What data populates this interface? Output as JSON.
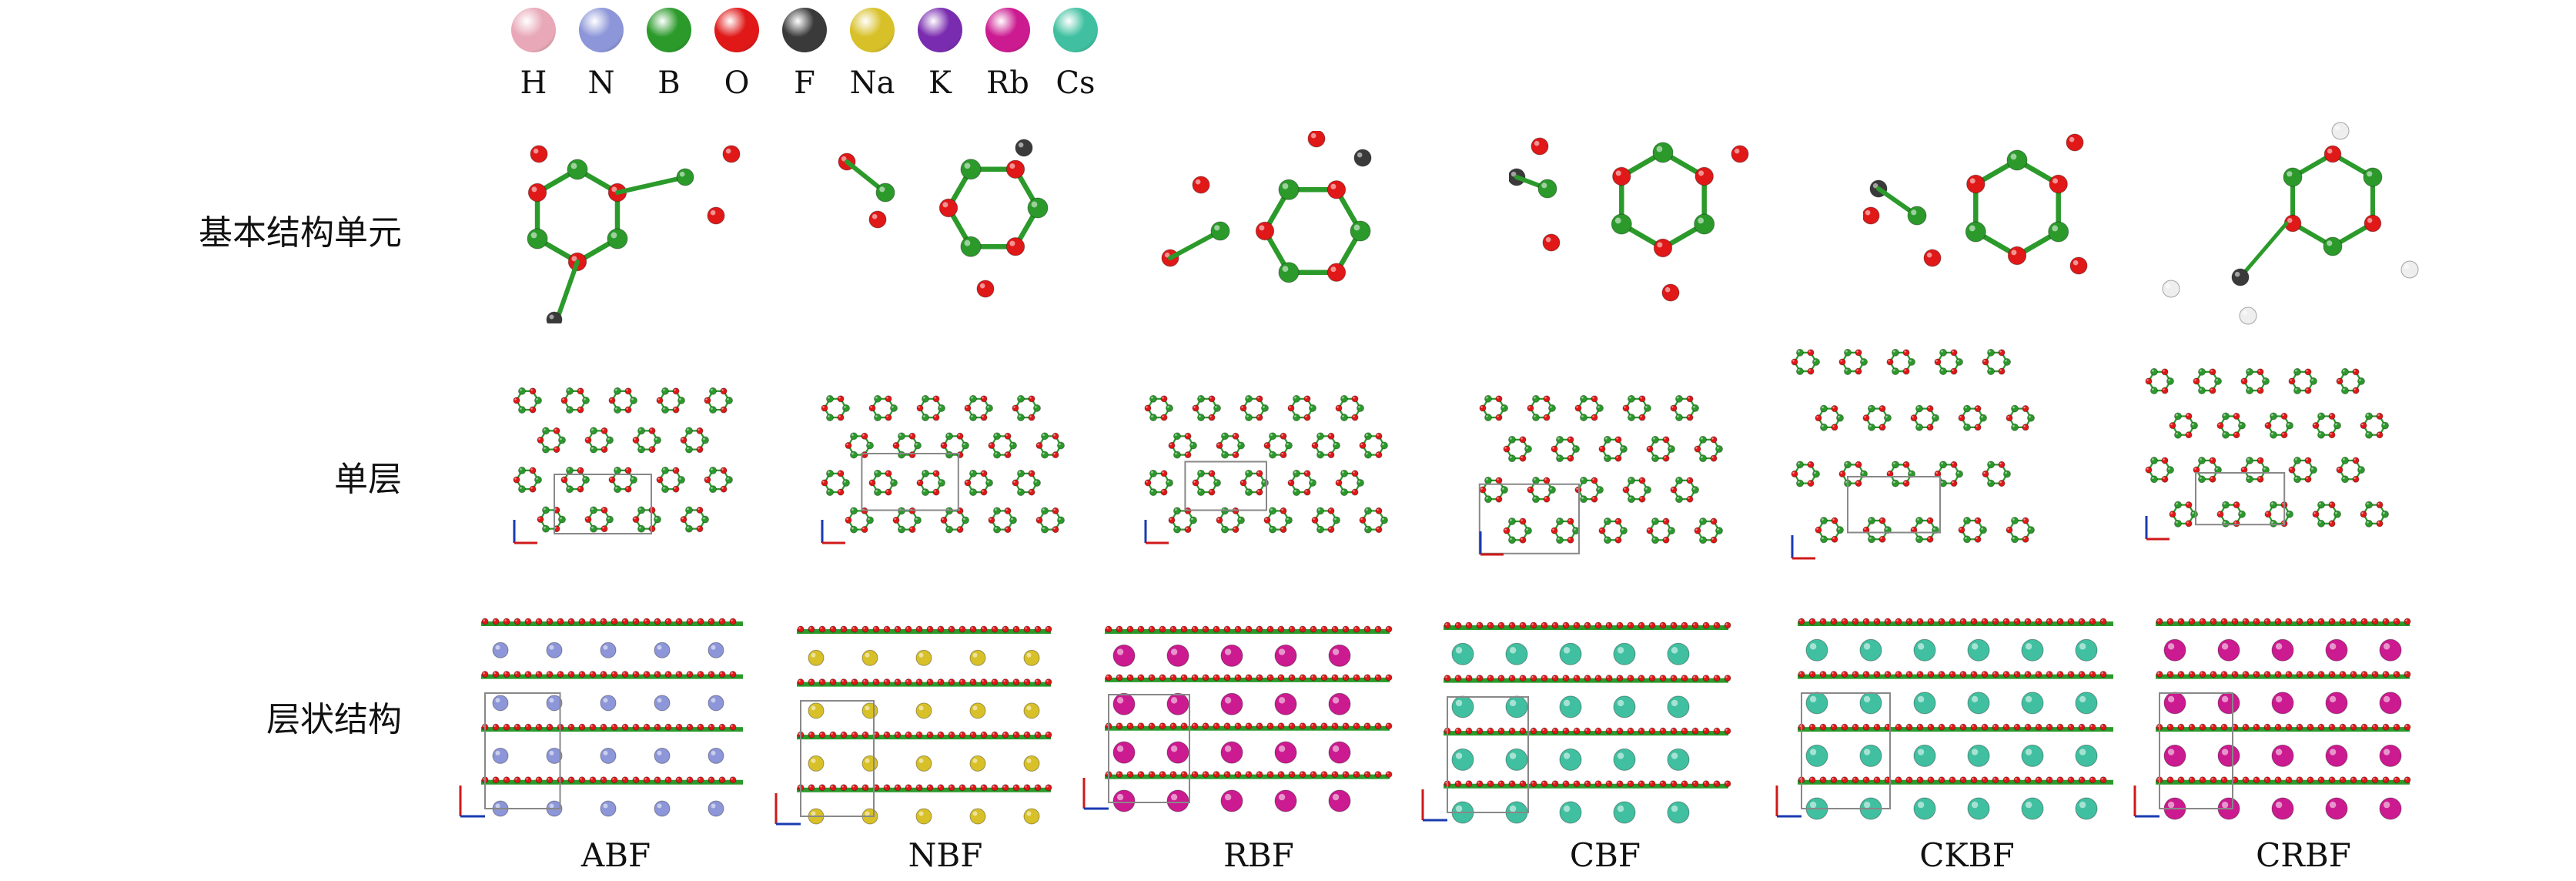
{
  "legend": {
    "elements": [
      {
        "symbol": "H",
        "color": "#e8a8b8"
      },
      {
        "symbol": "N",
        "color": "#8c96d8"
      },
      {
        "symbol": "B",
        "color": "#2b9a2b"
      },
      {
        "symbol": "O",
        "color": "#e01818"
      },
      {
        "symbol": "F",
        "color": "#3a3a3a"
      },
      {
        "symbol": "Na",
        "color": "#d8c028"
      },
      {
        "symbol": "K",
        "color": "#7a2cb0"
      },
      {
        "symbol": "Rb",
        "color": "#cc1a90"
      },
      {
        "symbol": "Cs",
        "color": "#40c0a0"
      }
    ]
  },
  "rows": {
    "unit": "基本结构单元",
    "layer": "单层",
    "layered": "层状结构"
  },
  "compounds": [
    "ABF",
    "NBF",
    "RBF",
    "CBF",
    "CKBF",
    "CRBF"
  ],
  "colors": {
    "boron": "#2b9a2b",
    "oxygen": "#e01818",
    "fluorine": "#3a3a3a",
    "hydrogen": "#eeeeee",
    "cell": "#888888"
  }
}
